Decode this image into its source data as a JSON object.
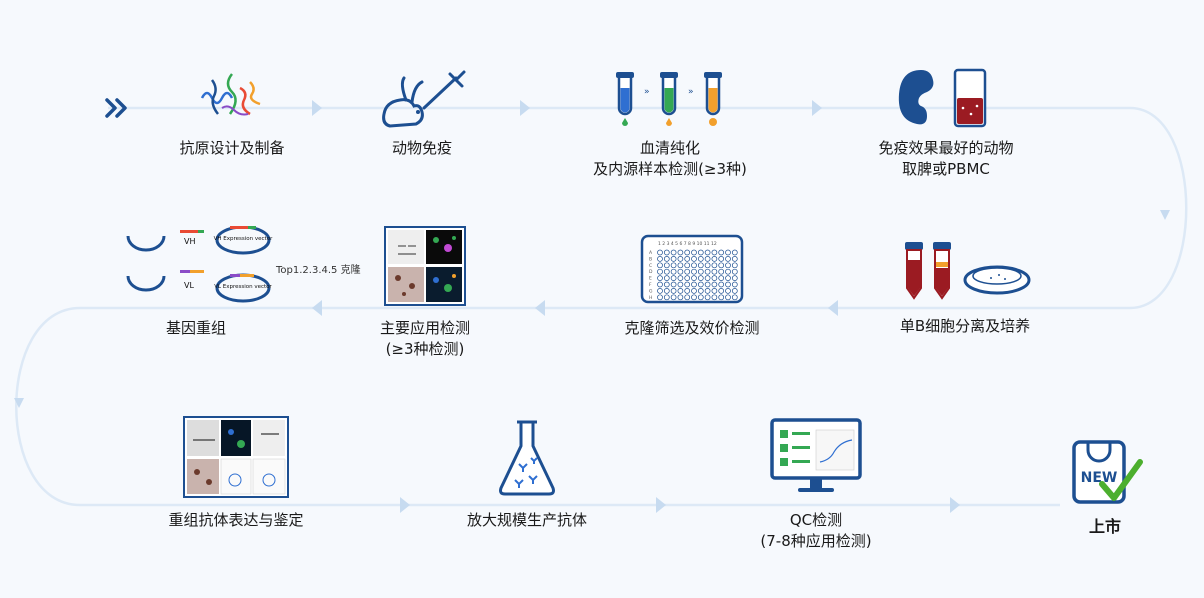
{
  "steps": [
    {
      "id": "antigen",
      "lines": [
        "抗原设计及制备"
      ]
    },
    {
      "id": "immunization",
      "lines": [
        "动物免疫"
      ]
    },
    {
      "id": "serum",
      "lines": [
        "血清纯化",
        "及内源样本检测(≥3种)"
      ]
    },
    {
      "id": "harvest",
      "lines": [
        "免疫效果最好的动物",
        "取脾或PBMC"
      ]
    },
    {
      "id": "bcell",
      "lines": [
        "单B细胞分离及培养"
      ]
    },
    {
      "id": "screening",
      "lines": [
        "克隆筛选及效价检测"
      ]
    },
    {
      "id": "application",
      "lines": [
        "主要应用检测",
        "(≥3种检测)"
      ]
    },
    {
      "id": "recombination",
      "lines": [
        "基因重组"
      ]
    },
    {
      "id": "expression",
      "lines": [
        "重组抗体表达与鉴定"
      ]
    },
    {
      "id": "production",
      "lines": [
        "放大规模生产抗体"
      ]
    },
    {
      "id": "qc",
      "lines": [
        "QC检测",
        "(7-8种应用检测)"
      ]
    },
    {
      "id": "launch",
      "lines": [
        "上市"
      ]
    }
  ],
  "vector_labels": {
    "vh": "VH",
    "vl": "VL",
    "vh_vector": "VH Expression vector",
    "vl_vector": "VL Expression vector"
  },
  "top_note": "Top1.2.3.4.5 克隆",
  "new_badge": "NEW",
  "plate_columns": "1 2 3 4 5 6 7 8 9 10 11 12",
  "plate_rows": [
    "A",
    "B",
    "C",
    "D",
    "E",
    "F",
    "G",
    "H"
  ],
  "colors": {
    "primary": "#1d4f91",
    "track": "#dde9f6",
    "arrow": "#c7dbf0",
    "check": "#4caf2e",
    "tube_blue": "#2f6fd1",
    "tube_green": "#34a853",
    "tube_orange": "#f2a02c",
    "blood": "#9b1b22"
  }
}
